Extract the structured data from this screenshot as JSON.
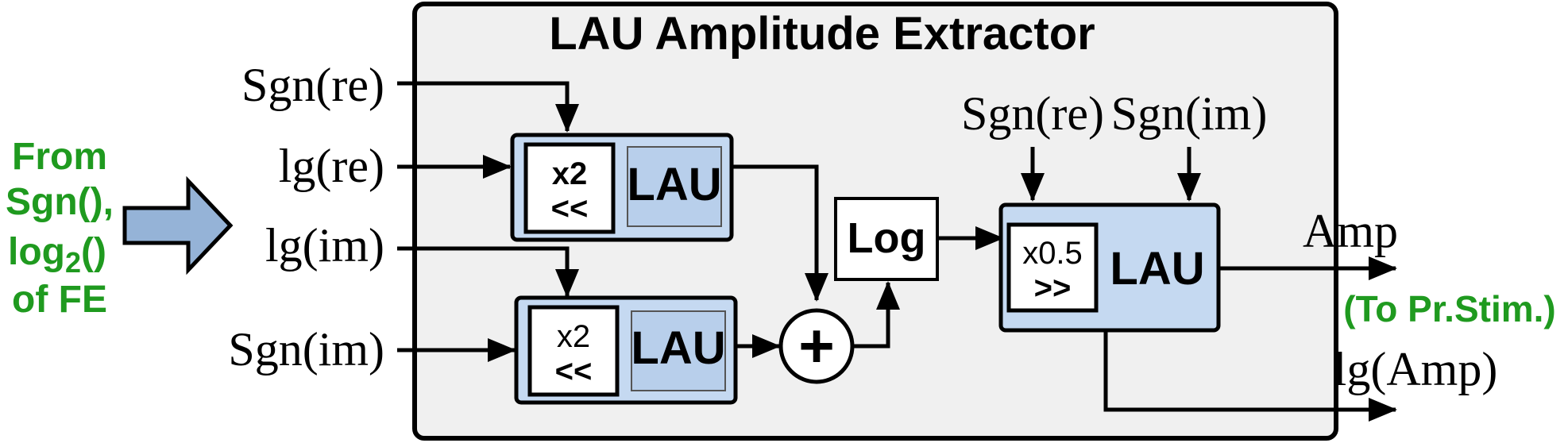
{
  "title": "LAU Amplitude Extractor",
  "left_label": {
    "line1": "From",
    "line2": "Sgn(),",
    "line3_main": "log",
    "line3_sub": "2",
    "line3_end": "()",
    "line4": "of FE"
  },
  "inputs": {
    "sgn_re": "Sgn(re)",
    "lg_re": "lg(re)",
    "lg_im": "lg(im)",
    "sgn_im": "Sgn(im)"
  },
  "upper_block": {
    "op_top": "x2",
    "op_bottom": "<<",
    "lau": "LAU"
  },
  "lower_block": {
    "op_top": "x2",
    "op_bottom": "<<",
    "lau": "LAU"
  },
  "log_block": "Log",
  "adder_symbol": "+",
  "right_block": {
    "in_sgn_re": "Sgn(re)",
    "in_sgn_im": "Sgn(im)",
    "op_top": "x0.5",
    "op_bottom": ">>",
    "lau": "LAU"
  },
  "outputs": {
    "amp": "Amp",
    "amp_note": "(To Pr.Stim.)",
    "lg_amp": "lg(Amp)"
  },
  "colors": {
    "container_fill": "#f0f0f0",
    "block_fill": "#c5d9f1",
    "lau_inner_fill": "#b8cfeb",
    "arrow_fill": "#95b3d7",
    "green_text": "#1f9a1f",
    "stroke": "#000000"
  }
}
